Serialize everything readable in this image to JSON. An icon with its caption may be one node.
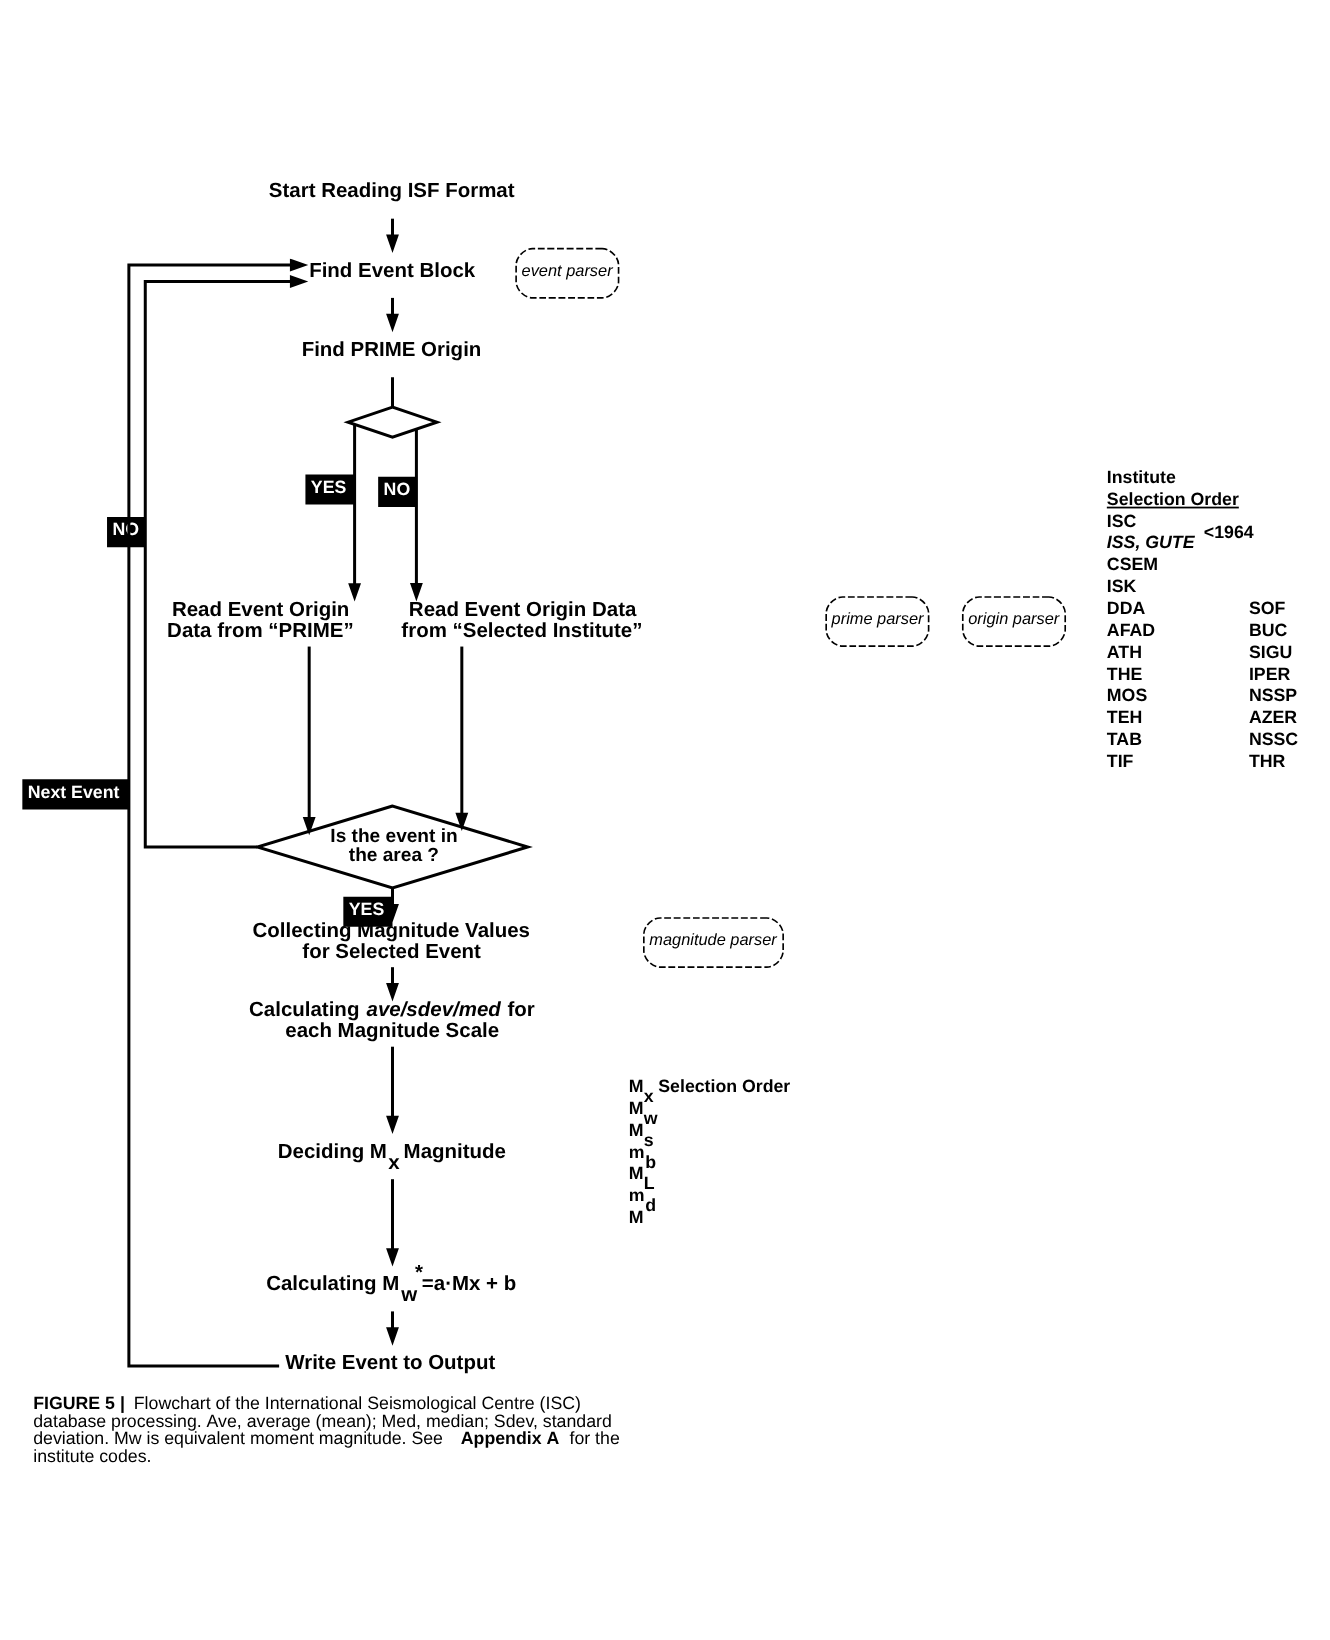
{
  "diagram": {
    "caption": "**FIGURE 5 |** Flowchart of the International Seismological Centre (ISC) database processing. Ave, average (mean); Med, median; Sdev, standard deviation. Mw is equivalent moment magnitude. See **Appendix A** for the institute codes.",
    "nodes": [
      {
        "text": [
          "Start Reading ISF Format"
        ]
      },
      {
        "text": [
          "Find Event Block"
        ]
      },
      {
        "text": [
          "event parser"
        ]
      },
      {
        "text": [
          "Find PRIME Origin"
        ]
      },
      {
        "text": [],
        "shape": "diamond"
      },
      {
        "text": [
          "prime parser"
        ]
      },
      {
        "text": [
          "Read Event Origin Data from “PRIME”"
        ]
      },
      {
        "text": [
          "origin parser"
        ]
      },
      {
        "text": [
          "Read Event Origin Data from “Selected Institute”"
        ],
        "beside": [
          "Institute",
          "Selection Order",
          "ISC",
          "*ISS, GUTE* $^{<1964}$",
          "CSEM",
          "ISK",
          "DDA",
          "AFAD",
          "ATH",
          "THE",
          "MOS",
          "TEH",
          "TAB",
          "TIF",
          "SOF",
          "BUC",
          "SIGU",
          "IPER",
          "NSSP",
          "AZER",
          "NSSC",
          "THR"
        ]
      },
      {
        "text": [
          "Is the event in the area ?"
        ]
      },
      {
        "text": [
          "Collecting Magnitude Values for Selected Event"
        ]
      },
      {
        "text": [
          "magnitude parser"
        ]
      },
      {
        "text": [
          "Calculating *ave/sdev/med* for each Magnitude Scale"
        ]
      },
      {
        "text": [
          "Deciding M$_{x}$ Magnitude"
        ],
        "beside": [
          "M$_{x}$ Selection Order",
          "M$_{w}$",
          "M$_{s}$",
          "m$_{b}$",
          "M$_{L}$",
          "m$_{d}$",
          "M"
        ]
      },
      {
        "text": [
          "Calculating M$_{w}$$^{*}$=a·Mx + b"
        ]
      },
      {
        "text": [
          "Write Event to Output"
        ]
      }
    ],
    "edges": [
      {
        "from": 0,
        "to": 1,
        "arrow": "to"
      },
      {
        "from": 1,
        "to": 3,
        "arrow": "to"
      },
      {
        "from": 3,
        "to": 4,
        "arrow": "none"
      },
      {
        "from": 4,
        "to": 6,
        "arrow": "to",
        "label": "YES"
      },
      {
        "from": 4,
        "to": 8,
        "arrow": "to",
        "label": "NO"
      },
      {
        "from": 6,
        "to": 9,
        "arrow": "to"
      },
      {
        "from": 8,
        "to": 9,
        "arrow": "to"
      },
      {
        "from": 9,
        "to": 1,
        "arrow": "to",
        "label": "NO"
      },
      {
        "from": 9,
        "to": 10,
        "arrow": "to",
        "label": "YES"
      },
      {
        "from": 10,
        "to": 12,
        "arrow": "to"
      },
      {
        "from": 12,
        "to": 13,
        "arrow": "to"
      },
      {
        "from": 13,
        "to": 14,
        "arrow": "to"
      },
      {
        "from": 14,
        "to": 15,
        "arrow": "to"
      },
      {
        "from": 15,
        "to": 1,
        "arrow": "to",
        "label": "Next Event"
      }
    ]
  }
}
